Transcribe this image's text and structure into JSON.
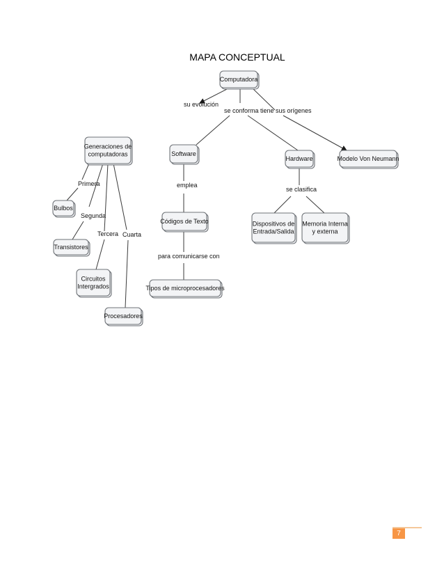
{
  "page_title": "MAPA CONCEPTUAL",
  "page_number": "7",
  "colors": {
    "page_number_bg": "#f79646",
    "node_fill": "#f3f4f6",
    "node_stroke": "#6f7378"
  },
  "nodes": [
    {
      "id": "computadora",
      "lines": [
        "Computadora"
      ]
    },
    {
      "id": "generaciones",
      "lines": [
        "Generaciones de",
        "computadoras"
      ]
    },
    {
      "id": "software",
      "lines": [
        "Software"
      ]
    },
    {
      "id": "hardware",
      "lines": [
        "Hardware"
      ]
    },
    {
      "id": "vonneumann",
      "lines": [
        "Modelo Von Neumann"
      ]
    },
    {
      "id": "bulbos",
      "lines": [
        "Bulbos"
      ]
    },
    {
      "id": "transistores",
      "lines": [
        "Transistores"
      ]
    },
    {
      "id": "circuitos",
      "lines": [
        "Circuitos",
        "Intergrados"
      ]
    },
    {
      "id": "procesadores",
      "lines": [
        "Procesadores"
      ]
    },
    {
      "id": "codigos",
      "lines": [
        "Códigos de Texto"
      ]
    },
    {
      "id": "tipos",
      "lines": [
        "Tipos de microprocesadores"
      ]
    },
    {
      "id": "dispositivos",
      "lines": [
        "Dispositivos de",
        "Entrada/Salida"
      ]
    },
    {
      "id": "memoria",
      "lines": [
        "Memoria Interna",
        "y externa"
      ]
    }
  ],
  "edge_labels": [
    {
      "id": "su-evolucion",
      "text": "su evolución"
    },
    {
      "id": "se-conforma",
      "text": "se conforma"
    },
    {
      "id": "tiene-origenes",
      "text": "tiene sus orígenes"
    },
    {
      "id": "primera",
      "text": "Primera"
    },
    {
      "id": "segunda",
      "text": "Segunda"
    },
    {
      "id": "tercera",
      "text": "Tercera"
    },
    {
      "id": "cuarta",
      "text": "Cuarta"
    },
    {
      "id": "emplea",
      "text": "emplea"
    },
    {
      "id": "para-comunicarse",
      "text": "para comunicarse con"
    },
    {
      "id": "se-clasifica",
      "text": "se clasifica"
    }
  ]
}
